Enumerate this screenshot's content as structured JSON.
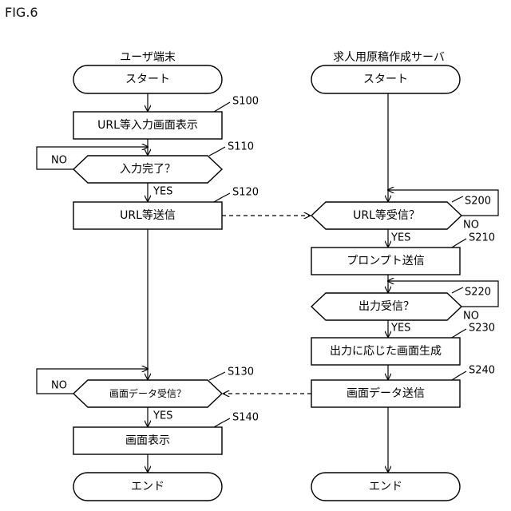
{
  "figure_label": "FIG.6",
  "columns": {
    "left": "ユーザ端末",
    "right": "求人用原稿作成サーバ"
  },
  "left": {
    "start": "スタート",
    "s100": {
      "step": "S100",
      "label": "URL等入力画面表示"
    },
    "s110": {
      "step": "S110",
      "label": "入力完了？",
      "no": "NO",
      "yes": "YES"
    },
    "s120": {
      "step": "S120",
      "label": "URL等送信"
    },
    "s130": {
      "step": "S130",
      "label": "画面データ受信？",
      "no": "NO",
      "yes": "YES"
    },
    "s140": {
      "step": "S140",
      "label": "画面表示"
    },
    "end": "エンド"
  },
  "right": {
    "start": "スタート",
    "s200": {
      "step": "S200",
      "label": "URL等受信？",
      "no": "NO",
      "yes": "YES"
    },
    "s210": {
      "step": "S210",
      "label": "プロンプト送信"
    },
    "s220": {
      "step": "S220",
      "label": "出力受信？",
      "no": "NO",
      "yes": "YES"
    },
    "s230": {
      "step": "S230",
      "label": "出力に応じた画面生成"
    },
    "s240": {
      "step": "S240",
      "label": "画面データ送信"
    },
    "end": "エンド"
  }
}
